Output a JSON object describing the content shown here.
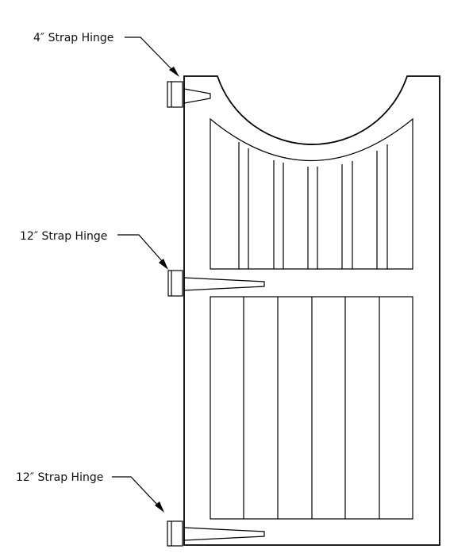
{
  "labels": {
    "top_hinge": "4″ Strap Hinge",
    "middle_hinge": "12″ Strap Hinge",
    "bottom_hinge": "12″ Strap Hinge"
  },
  "colors": {
    "stroke": "#000000",
    "background": "#ffffff"
  }
}
